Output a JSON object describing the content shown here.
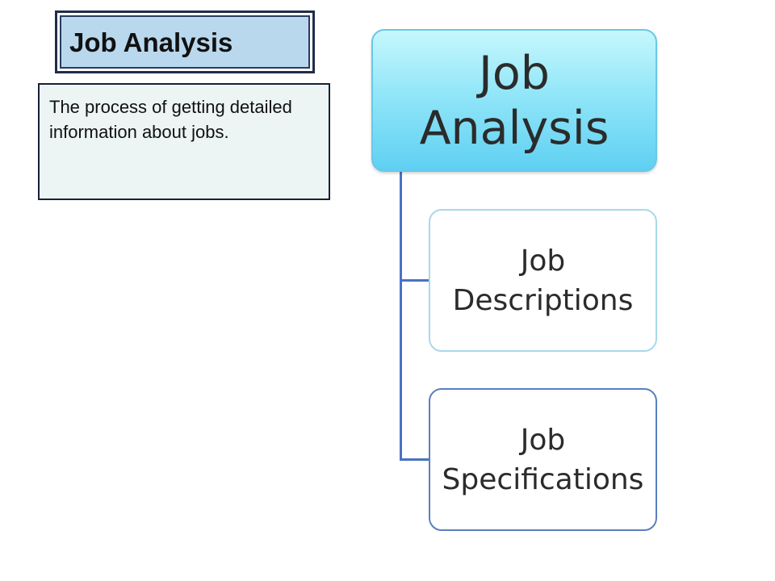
{
  "title": {
    "text": "Job Analysis"
  },
  "definition": {
    "text": "The process of getting detailed information about jobs."
  },
  "diagram": {
    "root": {
      "label": "Job\nAnalysis"
    },
    "children": [
      {
        "label": "Job\nDescriptions"
      },
      {
        "label": "Job\nSpecifications"
      }
    ]
  },
  "colors": {
    "title_fill": "#b9d8ee",
    "title_border": "#1f2d4a",
    "definition_fill": "#ecf5f3",
    "root_fill_top": "#c6f7fd",
    "root_fill_bottom": "#5fd0f2",
    "connector": "#4a72c2"
  }
}
